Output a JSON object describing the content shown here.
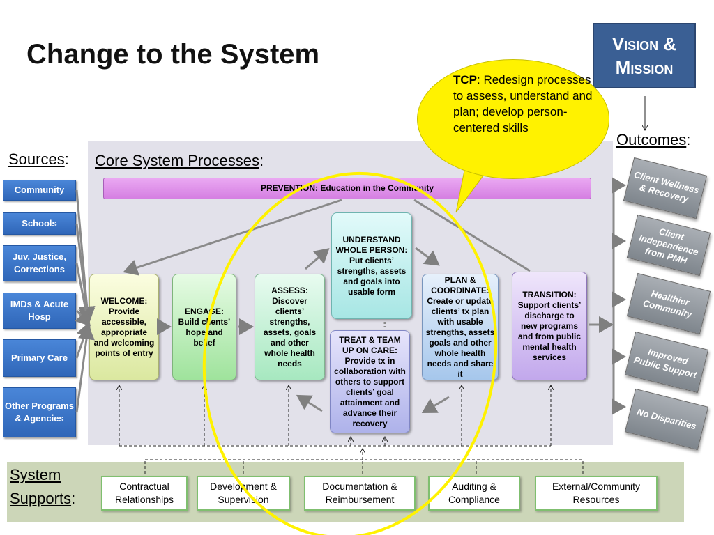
{
  "title": "Change to the System",
  "vision": {
    "line1": "Vision &",
    "line2": "Mission"
  },
  "outcomes_label": "Outcomes",
  "sources_label": "Sources",
  "core_label": "Core System Processes",
  "supports_label_line1": "System",
  "supports_label_line2": "Supports",
  "colon": ":",
  "sources": [
    "Community",
    "Schools",
    "Juv. Justice, Corrections",
    "IMDs & Acute Hosp",
    "Primary Care",
    "Other Programs & Agencies"
  ],
  "prevention": "PREVENTION:  Education in the Community",
  "tcp": {
    "label": "TCP",
    "text": ":   Redesign processes to assess, understand and plan; develop person-centered skills"
  },
  "processes": {
    "welcome": "WELCOME: Provide accessible, appropriate and welcoming points of entry",
    "engage": "ENGAGE: Build clients’ hope and belief",
    "assess": "ASSESS: Discover clients’ strengths, assets, goals and other whole health needs",
    "understand": "UNDERSTAND WHOLE PERSON: Put clients’ strengths, assets and goals into usable form",
    "treat": "TREAT & TEAM UP ON CARE: Provide tx in collaboration with others to support clients’ goal attainment and advance their recovery",
    "plan": "PLAN & COORDINATE: Create or update clients’ tx plan with usable strengths, assets goals and other whole health needs and share it",
    "transition": "TRANSITION: Support clients’ discharge to new programs and from public mental health services"
  },
  "outcomes": [
    "Client Wellness & Recovery",
    "Client Independence from PMH",
    "Healthier Community",
    "Improved Public Support",
    "No Disparities"
  ],
  "supports": [
    "Contractual Relationships",
    "Development & Supervision",
    "Documentation & Reimbursement",
    "Auditing & Compliance",
    "External/Community Resources"
  ],
  "colors": {
    "vision_bg": "#3a5f94",
    "source_bg": "#2f66b8",
    "prevention_bg": "#d57fe2",
    "highlight": "#fff200",
    "support_bg": "#ccd6b8"
  }
}
